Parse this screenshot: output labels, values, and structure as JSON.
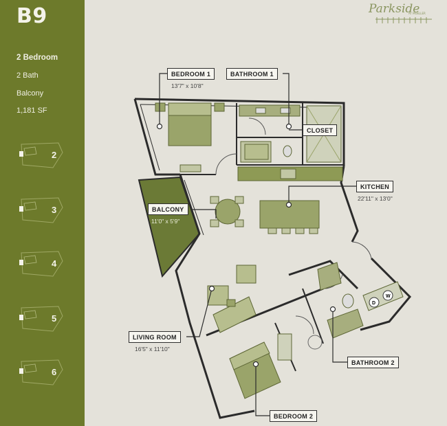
{
  "unit": {
    "code": "B9",
    "bedrooms": "2 Bedroom",
    "baths": "2 Bath",
    "feature": "Balcony",
    "area": "1,181 SF"
  },
  "floors": [
    "2",
    "3",
    "4",
    "5",
    "6"
  ],
  "logo": {
    "text": "Parkside",
    "sub": "AT MUELLER"
  },
  "rooms": {
    "bedroom1": {
      "label": "BEDROOM 1",
      "dim": "13'7\" x 10'8\""
    },
    "bathroom1": {
      "label": "BATHROOM 1"
    },
    "closet": {
      "label": "CLOSET"
    },
    "kitchen": {
      "label": "KITCHEN",
      "dim": "22'11\" x 13'0\""
    },
    "balcony": {
      "label": "BALCONY",
      "dim": "11'0\" x 5'9\""
    },
    "living": {
      "label": "LIVING ROOM",
      "dim": "16'5\" x 11'10\""
    },
    "bathroom2": {
      "label": "BATHROOM 2"
    },
    "bedroom2": {
      "label": "BEDROOM 2"
    }
  },
  "appliances": {
    "dryer": "D",
    "washer": "W"
  },
  "colors": {
    "sidebar": "#6d7a2b",
    "background": "#e4e2da",
    "balcony": "#6b7a36",
    "furniture": "#9aa46a",
    "wall": "#2b2b2b"
  }
}
